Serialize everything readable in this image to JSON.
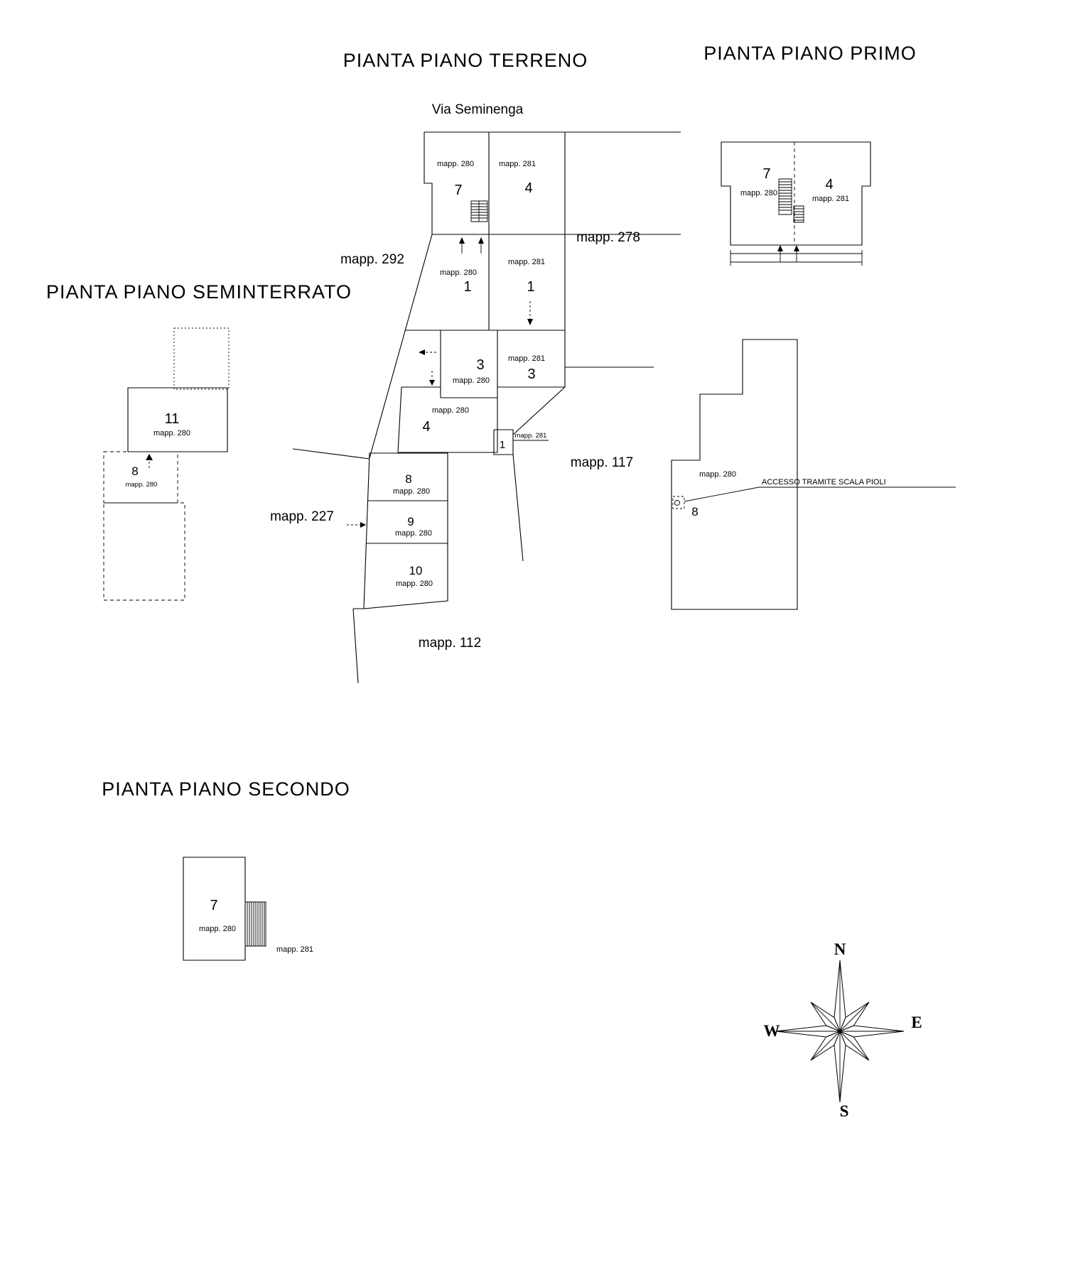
{
  "titles": {
    "terreno": "PIANTA PIANO TERRENO",
    "primo": "PIANTA PIANO PRIMO",
    "seminterrato": "PIANTA PIANO SEMINTERRATO",
    "secondo": "PIANTA PIANO SECONDO"
  },
  "terreno": {
    "street": "Via Seminenga",
    "parcels": {
      "mapp292": "mapp. 292",
      "mapp278": "mapp. 278",
      "mapp117": "mapp. 117",
      "mapp227": "mapp. 227",
      "mapp112": "mapp. 112"
    },
    "rooms": {
      "r7": {
        "num": "7",
        "mapp": "mapp. 280"
      },
      "r4top": {
        "num": "4",
        "mapp": "mapp. 281"
      },
      "r1l": {
        "num": "1",
        "mapp": "mapp. 280"
      },
      "r1r": {
        "num": "1",
        "mapp": "mapp. 281"
      },
      "r3l": {
        "num": "3",
        "mapp": "mapp. 280"
      },
      "r3r": {
        "num": "3",
        "mapp": "mapp. 281"
      },
      "r4mid": {
        "num": "4",
        "mapp": "mapp. 280"
      },
      "r1small": {
        "num": "1",
        "mapp": "mapp. 281"
      },
      "r8": {
        "num": "8",
        "mapp": "mapp. 280"
      },
      "r9": {
        "num": "9",
        "mapp": "mapp. 280"
      },
      "r10": {
        "num": "10",
        "mapp": "mapp. 280"
      }
    }
  },
  "primo": {
    "rooms": {
      "r7": {
        "num": "7",
        "mapp": "mapp. 280"
      },
      "r4": {
        "num": "4",
        "mapp": "mapp. 281"
      }
    },
    "annex": {
      "mapp": "mapp. 280",
      "num": "8",
      "access_note": "ACCESSO TRAMITE SCALA PIOLI"
    }
  },
  "seminterrato": {
    "rooms": {
      "r11": {
        "num": "11",
        "mapp": "mapp. 280"
      },
      "r8": {
        "num": "8",
        "mapp": "mapp. 280"
      }
    }
  },
  "secondo": {
    "rooms": {
      "r7": {
        "num": "7",
        "mapp": "mapp. 280"
      }
    },
    "adjacent_mapp": "mapp. 281"
  },
  "compass": {
    "n": "N",
    "s": "S",
    "e": "E",
    "w": "W"
  }
}
